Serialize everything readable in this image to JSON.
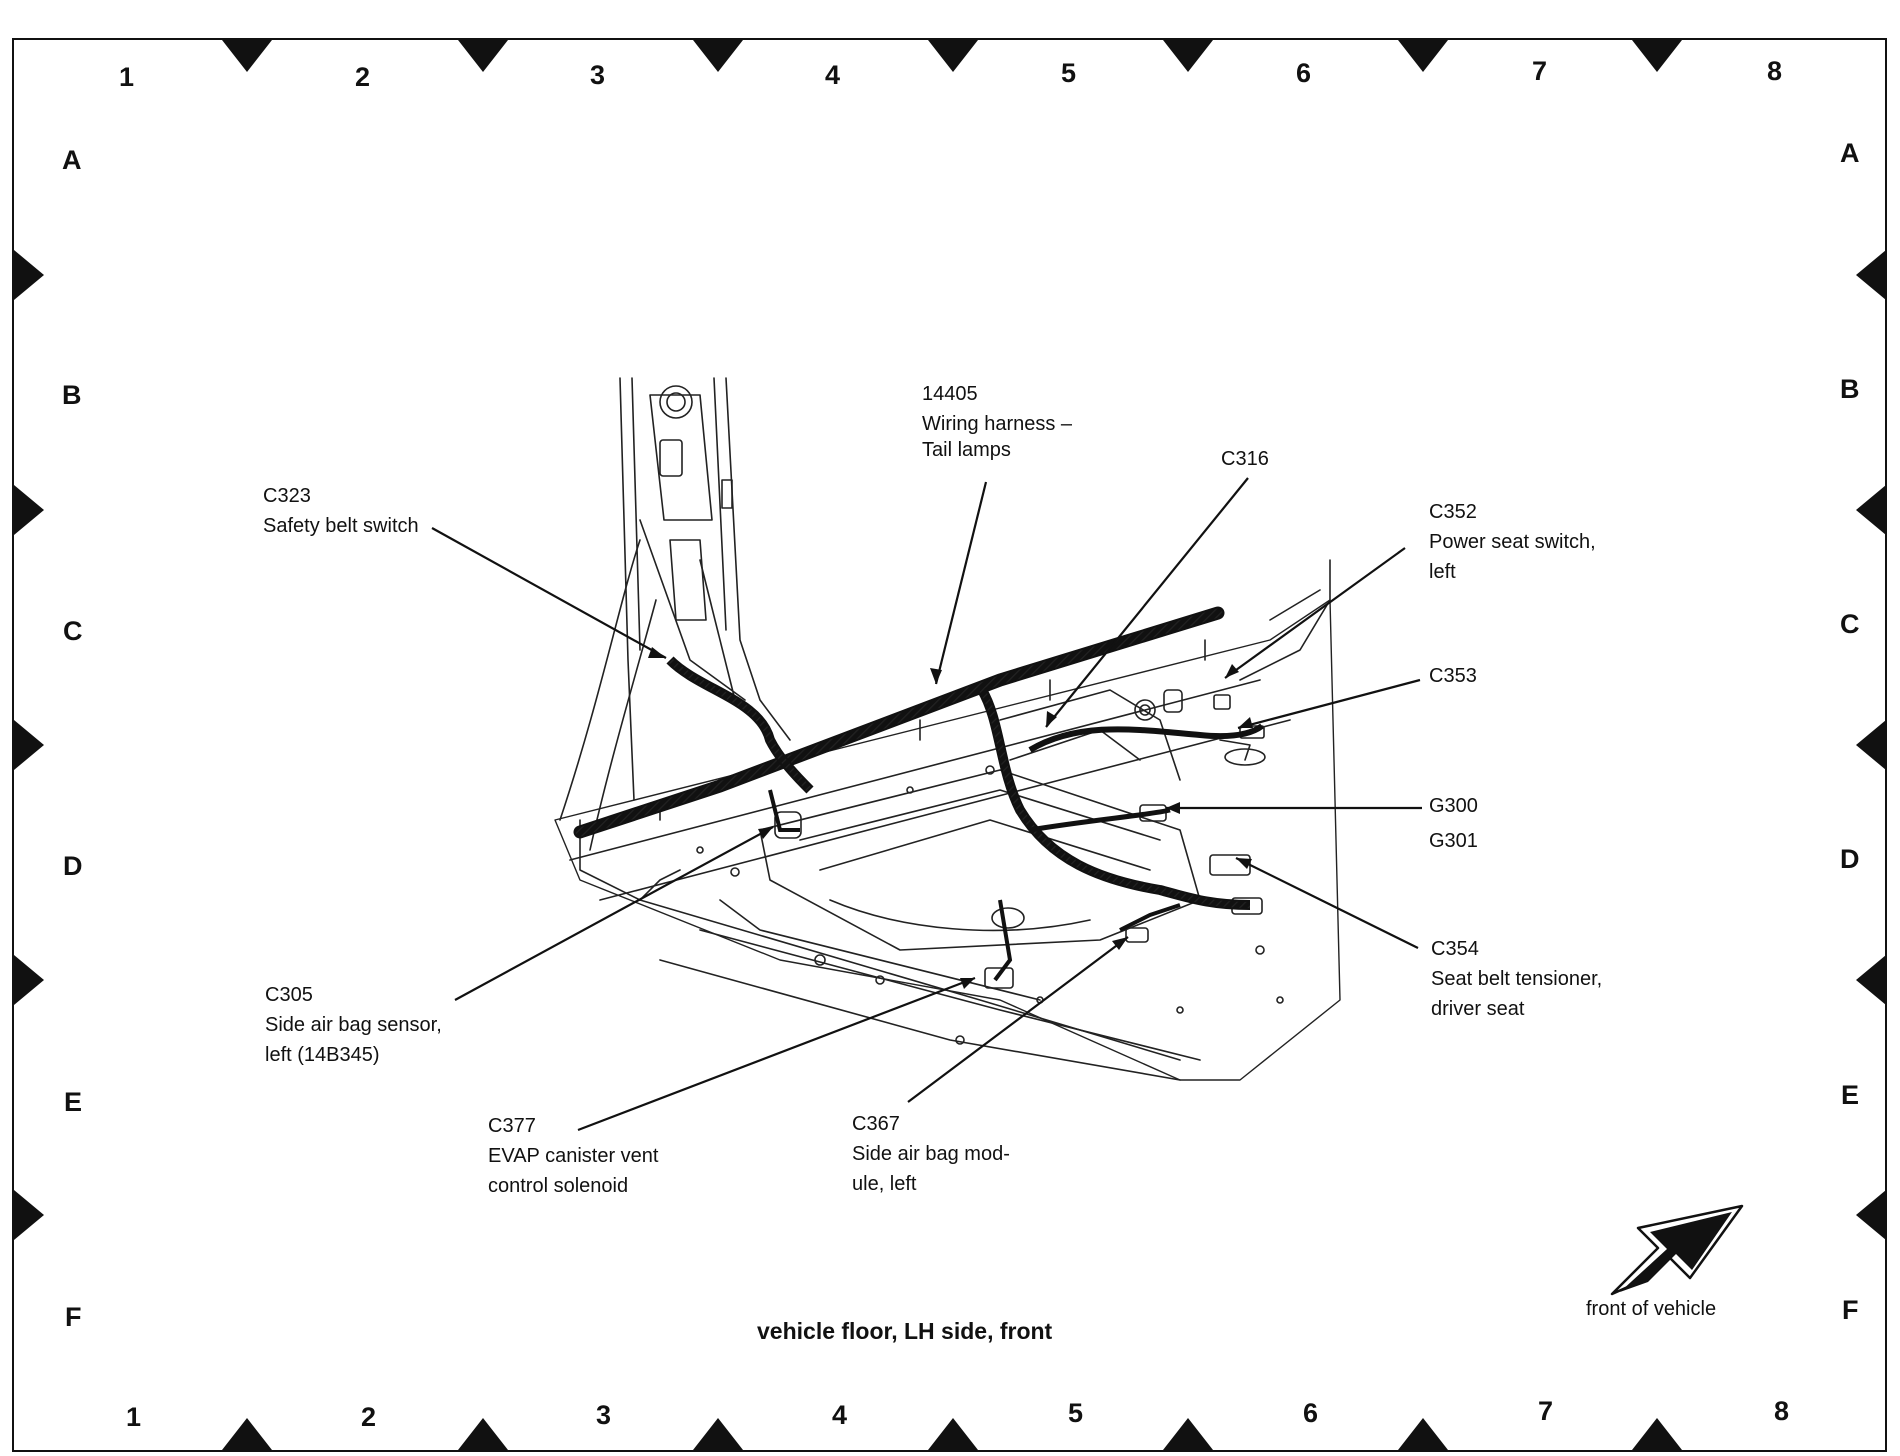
{
  "grid": {
    "columns": [
      "1",
      "2",
      "3",
      "4",
      "5",
      "6",
      "7",
      "8"
    ],
    "rows": [
      "A",
      "B",
      "C",
      "D",
      "E",
      "F"
    ]
  },
  "caption": "vehicle floor, LH side, front",
  "orientation": {
    "label": "front of vehicle",
    "icon": "arrow-icon"
  },
  "callouts": {
    "c323": {
      "code": "C323",
      "desc": "Safety belt switch"
    },
    "harness": {
      "code": "14405",
      "line1": "Wiring harness –",
      "line2": "Tail lamps"
    },
    "c316": {
      "code": "C316"
    },
    "c352": {
      "code": "C352",
      "line1": "Power seat switch,",
      "line2": "left"
    },
    "c353": {
      "code": "C353"
    },
    "g300": {
      "code": "G300"
    },
    "g301": {
      "code": "G301"
    },
    "c354": {
      "code": "C354",
      "line1": "Seat belt tensioner,",
      "line2": "driver seat"
    },
    "c305": {
      "code": "C305",
      "line1": "Side air bag sensor,",
      "line2": "left (14B345)"
    },
    "c377": {
      "code": "C377",
      "line1": "EVAP canister vent",
      "line2": "control solenoid"
    },
    "c367": {
      "code": "C367",
      "line1": "Side air bag mod-",
      "line2": "ule, left"
    }
  }
}
